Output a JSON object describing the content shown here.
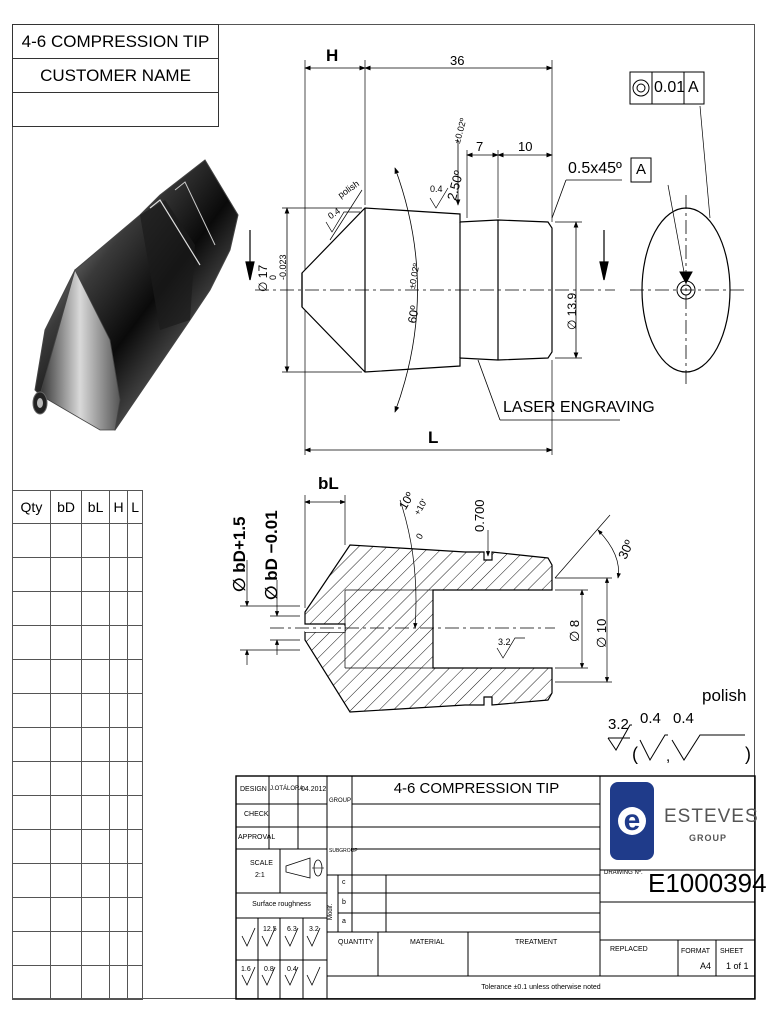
{
  "title_block_top": {
    "part_name": "4-6 COMPRESSION TIP",
    "customer": "CUSTOMER NAME",
    "extra": ""
  },
  "qty_table": {
    "headers": [
      "Qty",
      "bD",
      "bL",
      "H",
      "L"
    ],
    "row_count": 14
  },
  "top_view": {
    "dim_H": "H",
    "dim_36": "36",
    "dim_7": "7",
    "dim_10": "10",
    "dim_L": "L",
    "chamfer": "0.5x45º",
    "dia_17": "∅ 17",
    "tol_17_upper": "0",
    "tol_17_lower": "-0.023",
    "dia_13_9": "∅ 13.9",
    "angle_60": "60º",
    "tol_60": "±0.02º",
    "angle_2_50": "2.50º",
    "tol_2_50": "±0.02º",
    "rough_04_a": "0.4",
    "rough_04_b": "0.4",
    "polish": "polish",
    "laser": "LASER ENGRAVING"
  },
  "geom_tol": {
    "value": "0.01",
    "datum": "A",
    "datum_flag": "A"
  },
  "section_view": {
    "dim_bL": "bL",
    "dia_bD_plus": "∅ bD+1.5",
    "dia_bD_minus": "∅ bD −0.01",
    "angle_10": "10º",
    "tol_10_upper": "+10'",
    "tol_10_lower": "0",
    "dim_0700": "0.700",
    "angle_30": "30º",
    "dia_8": "∅ 8",
    "dia_10": "∅ 10",
    "rough_32": "3.2"
  },
  "surface_note": {
    "main": "3.2",
    "a": "0.4",
    "b": "0.4",
    "polish": "polish",
    "paren_open": "(",
    "comma": ",",
    "paren_close": ")"
  },
  "title_block": {
    "design_label": "DESIGN",
    "designer": "J.OTÁLORA",
    "date": "04.2012",
    "check_label": "CHECK",
    "approval_label": "APPROVAL",
    "group_label": "GROUP",
    "subgroup_label": "SUBGROUP",
    "title": "4-6 COMPRESSION TIP",
    "scale_label": "SCALE",
    "scale_value": "2:1",
    "surface_roughness": "Surface roughness",
    "modif_label": "Modif.",
    "modif_rows": [
      "c",
      "b",
      "a"
    ],
    "rough_values_top": [
      "",
      "12.5",
      "6.3",
      "3.2"
    ],
    "rough_values_bottom": [
      "1.6",
      "0.8",
      "0.4",
      ""
    ],
    "quantity_label": "QUANTITY",
    "material_label": "MATERIAL",
    "treatment_label": "TREATMENT",
    "replaced_label": "REPLACED",
    "format_label": "FORMAT",
    "format_value": "A4",
    "sheet_label": "SHEET",
    "sheet_value": "1 of 1",
    "drawing_no_label": "DRAWING Nº.",
    "drawing_no": "E1000394",
    "tolerance_note": "Tolerance ±0.1 unless otherwise noted",
    "logo_letter": "e",
    "logo_name": "ESTEVES",
    "logo_group": "GROUP",
    "logo_color": "#1f3b8a"
  }
}
